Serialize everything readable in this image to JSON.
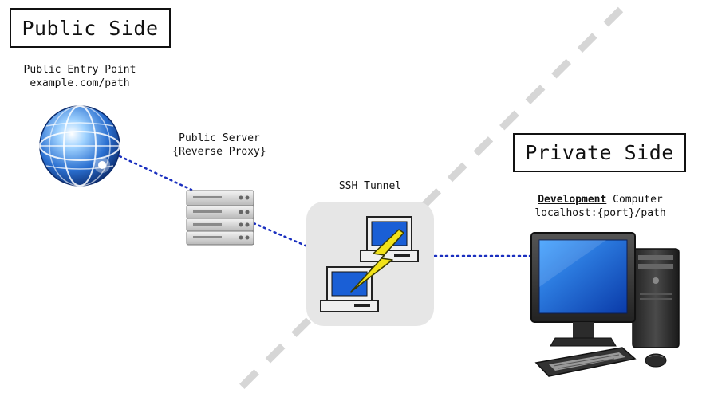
{
  "public_side": {
    "label": "Public Side"
  },
  "private_side": {
    "label": "Private Side"
  },
  "entry_point": {
    "title": "Public Entry Point",
    "url": "example.com/path",
    "icon": "globe-icon"
  },
  "public_server": {
    "title": "Public Server",
    "subtitle": "{Reverse Proxy}",
    "icon": "server-rack-icon"
  },
  "ssh_tunnel": {
    "title": "SSH Tunnel",
    "icon": "network-computers-icon"
  },
  "dev_computer": {
    "title_emphasis": "Development",
    "title_rest": " Computer",
    "url": "localhost:{port}/path",
    "icon": "desktop-computer-icon"
  },
  "colors": {
    "connector": "#1a2fbf",
    "divider": "#d6d6d6",
    "tunnel_panel": "#e6e6e6",
    "screen": "#1a5fd6",
    "lightning": "#f2e21a"
  }
}
